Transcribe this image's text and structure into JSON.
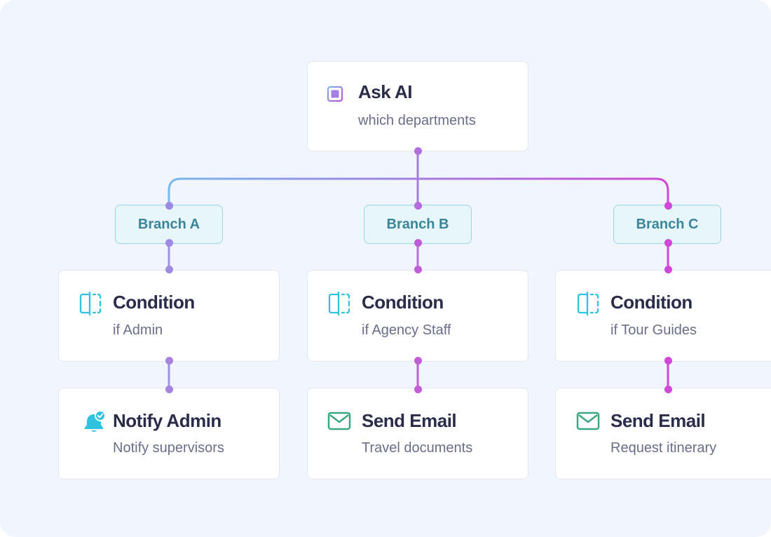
{
  "nodes": {
    "ask_ai": {
      "title": "Ask AI",
      "subtitle": "which departments"
    },
    "branch_a": {
      "label": "Branch A"
    },
    "branch_b": {
      "label": "Branch B"
    },
    "branch_c": {
      "label": "Branch C"
    },
    "condition_a": {
      "title": "Condition",
      "subtitle": "if Admin"
    },
    "condition_b": {
      "title": "Condition",
      "subtitle": "if Agency Staff"
    },
    "condition_c": {
      "title": "Condition",
      "subtitle": "if Tour Guides"
    },
    "action_a": {
      "title": "Notify Admin",
      "subtitle": "Notify supervisors"
    },
    "action_b": {
      "title": "Send Email",
      "subtitle": "Travel documents"
    },
    "action_c": {
      "title": "Send Email",
      "subtitle": "Request itinerary"
    }
  },
  "icons": {
    "ask_ai": "cpu-chip-icon",
    "condition": "split-condition-icon",
    "notify": "bell-check-icon",
    "email": "mail-icon"
  },
  "colors": {
    "background": "#f1f5fd",
    "connector_blue": "#7ab8ee",
    "connector_purple": "#a37ee0",
    "connector_magenta": "#cf48d8",
    "branch_fill": "#e6f6fa",
    "branch_border": "#97d6e4",
    "branch_text": "#3a8599",
    "condition_icon": "#2ec4e0",
    "email_icon": "#3aa77f",
    "title_text": "#2a2c4a",
    "subtitle_text": "#6a6d88"
  }
}
